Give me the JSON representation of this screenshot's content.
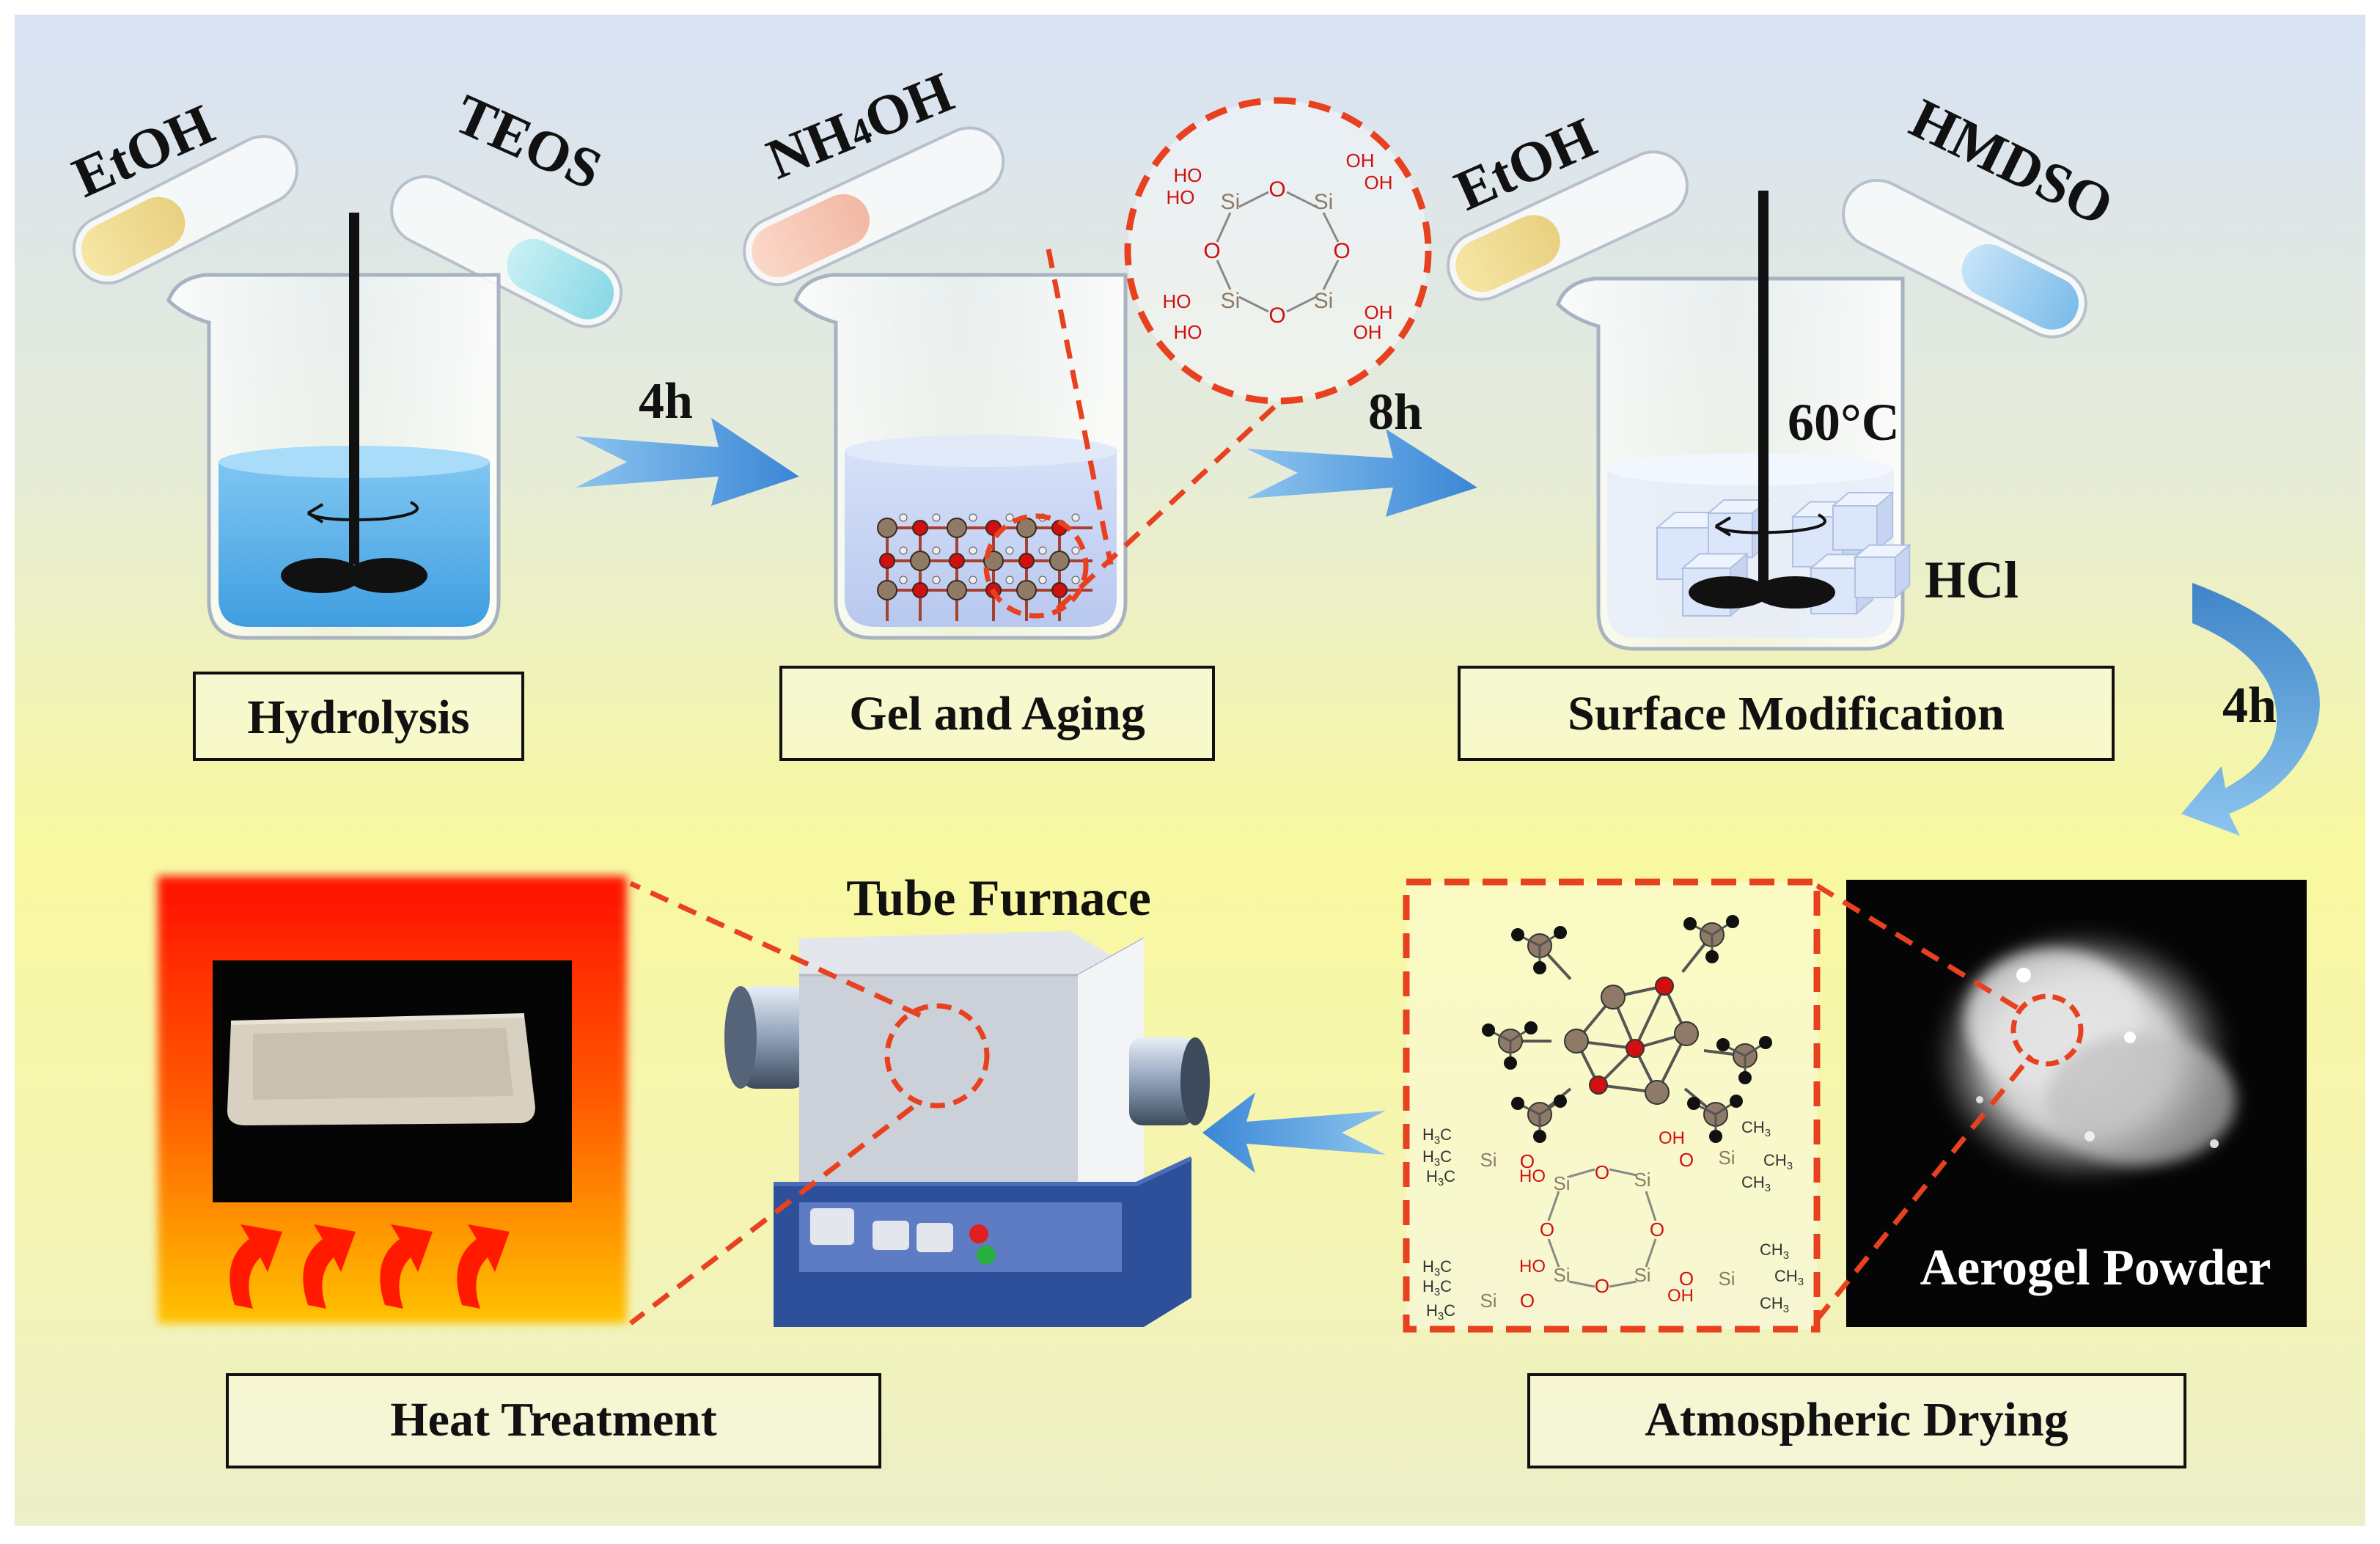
{
  "colors": {
    "accent_red": "#e8411f",
    "arrow_blue": "#4a90d8",
    "liquid_blue": "#5aaee8",
    "atom_red": "#d01010",
    "atom_si": "#8e7a66"
  },
  "steps": {
    "hydrolysis": {
      "label": "Hydrolysis",
      "reagent_1": "EtOH",
      "reagent_2": "TEOS"
    },
    "gel_aging": {
      "label": "Gel and Aging",
      "reagent_prefix": "NH",
      "reagent_sub": "4",
      "reagent_suffix": "OH"
    },
    "surface_mod": {
      "label": "Surface Modification",
      "reagent_1": "EtOH",
      "reagent_2": "HMDSO",
      "temperature": "60°C",
      "catalyst": "HCl"
    },
    "drying": {
      "label": "Atmospheric Drying",
      "photo_label": "Aerogel Powder"
    },
    "heat": {
      "label": "Heat Treatment",
      "equipment": "Tube Furnace"
    }
  },
  "durations": {
    "t1": "4h",
    "t2": "8h",
    "t3": "4h"
  },
  "chem": {
    "OH": "OH",
    "HO": "HO",
    "Si": "Si",
    "O": "O",
    "CH3": "CH",
    "sub3": "3",
    "H3C": "H",
    "C": "C"
  }
}
